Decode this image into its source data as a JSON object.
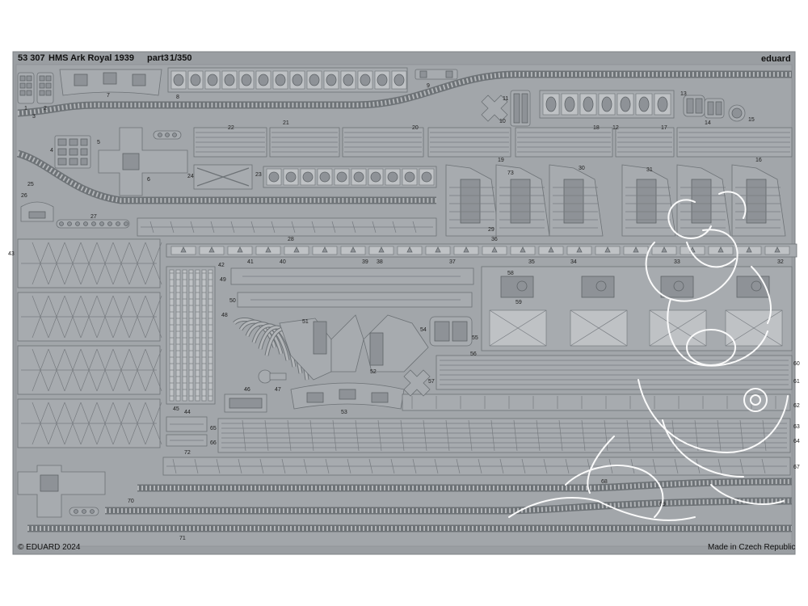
{
  "header": {
    "code": "53 307",
    "title": "HMS Ark Royal 1939",
    "part": "part3",
    "scale": "1/350"
  },
  "brand": "eduard",
  "footer": {
    "copyright": "© EDUARD 2024",
    "origin": "Made in Czech Republic"
  },
  "colors": {
    "fret": "#9a9ea2",
    "part": "#a7abaf",
    "outline": "#6d7276",
    "background": "#ffffff"
  },
  "watermark_icon": "eduard-rabbit-logo-icon",
  "part_labels": [
    {
      "n": "1"
    },
    {
      "n": "2"
    },
    {
      "n": "3"
    },
    {
      "n": "4"
    },
    {
      "n": "5"
    },
    {
      "n": "6"
    },
    {
      "n": "7"
    },
    {
      "n": "8"
    },
    {
      "n": "9"
    },
    {
      "n": "10"
    },
    {
      "n": "11"
    },
    {
      "n": "12"
    },
    {
      "n": "13"
    },
    {
      "n": "14"
    },
    {
      "n": "15"
    },
    {
      "n": "16"
    },
    {
      "n": "17"
    },
    {
      "n": "18"
    },
    {
      "n": "19"
    },
    {
      "n": "20"
    },
    {
      "n": "21"
    },
    {
      "n": "22"
    },
    {
      "n": "23"
    },
    {
      "n": "24"
    },
    {
      "n": "25"
    },
    {
      "n": "26"
    },
    {
      "n": "27"
    },
    {
      "n": "28"
    },
    {
      "n": "29"
    },
    {
      "n": "30"
    },
    {
      "n": "31"
    },
    {
      "n": "32"
    },
    {
      "n": "33"
    },
    {
      "n": "34"
    },
    {
      "n": "35"
    },
    {
      "n": "36"
    },
    {
      "n": "37"
    },
    {
      "n": "38"
    },
    {
      "n": "39"
    },
    {
      "n": "40"
    },
    {
      "n": "41"
    },
    {
      "n": "42"
    },
    {
      "n": "43"
    },
    {
      "n": "44"
    },
    {
      "n": "45"
    },
    {
      "n": "46"
    },
    {
      "n": "47"
    },
    {
      "n": "48"
    },
    {
      "n": "49"
    },
    {
      "n": "50"
    },
    {
      "n": "51"
    },
    {
      "n": "52"
    },
    {
      "n": "53"
    },
    {
      "n": "54"
    },
    {
      "n": "55"
    },
    {
      "n": "56"
    },
    {
      "n": "57"
    },
    {
      "n": "58"
    },
    {
      "n": "59"
    },
    {
      "n": "60"
    },
    {
      "n": "61"
    },
    {
      "n": "62"
    },
    {
      "n": "63"
    },
    {
      "n": "64"
    },
    {
      "n": "65"
    },
    {
      "n": "66"
    },
    {
      "n": "67"
    },
    {
      "n": "68"
    },
    {
      "n": "69"
    },
    {
      "n": "70"
    },
    {
      "n": "71"
    },
    {
      "n": "72"
    },
    {
      "n": "73"
    }
  ]
}
